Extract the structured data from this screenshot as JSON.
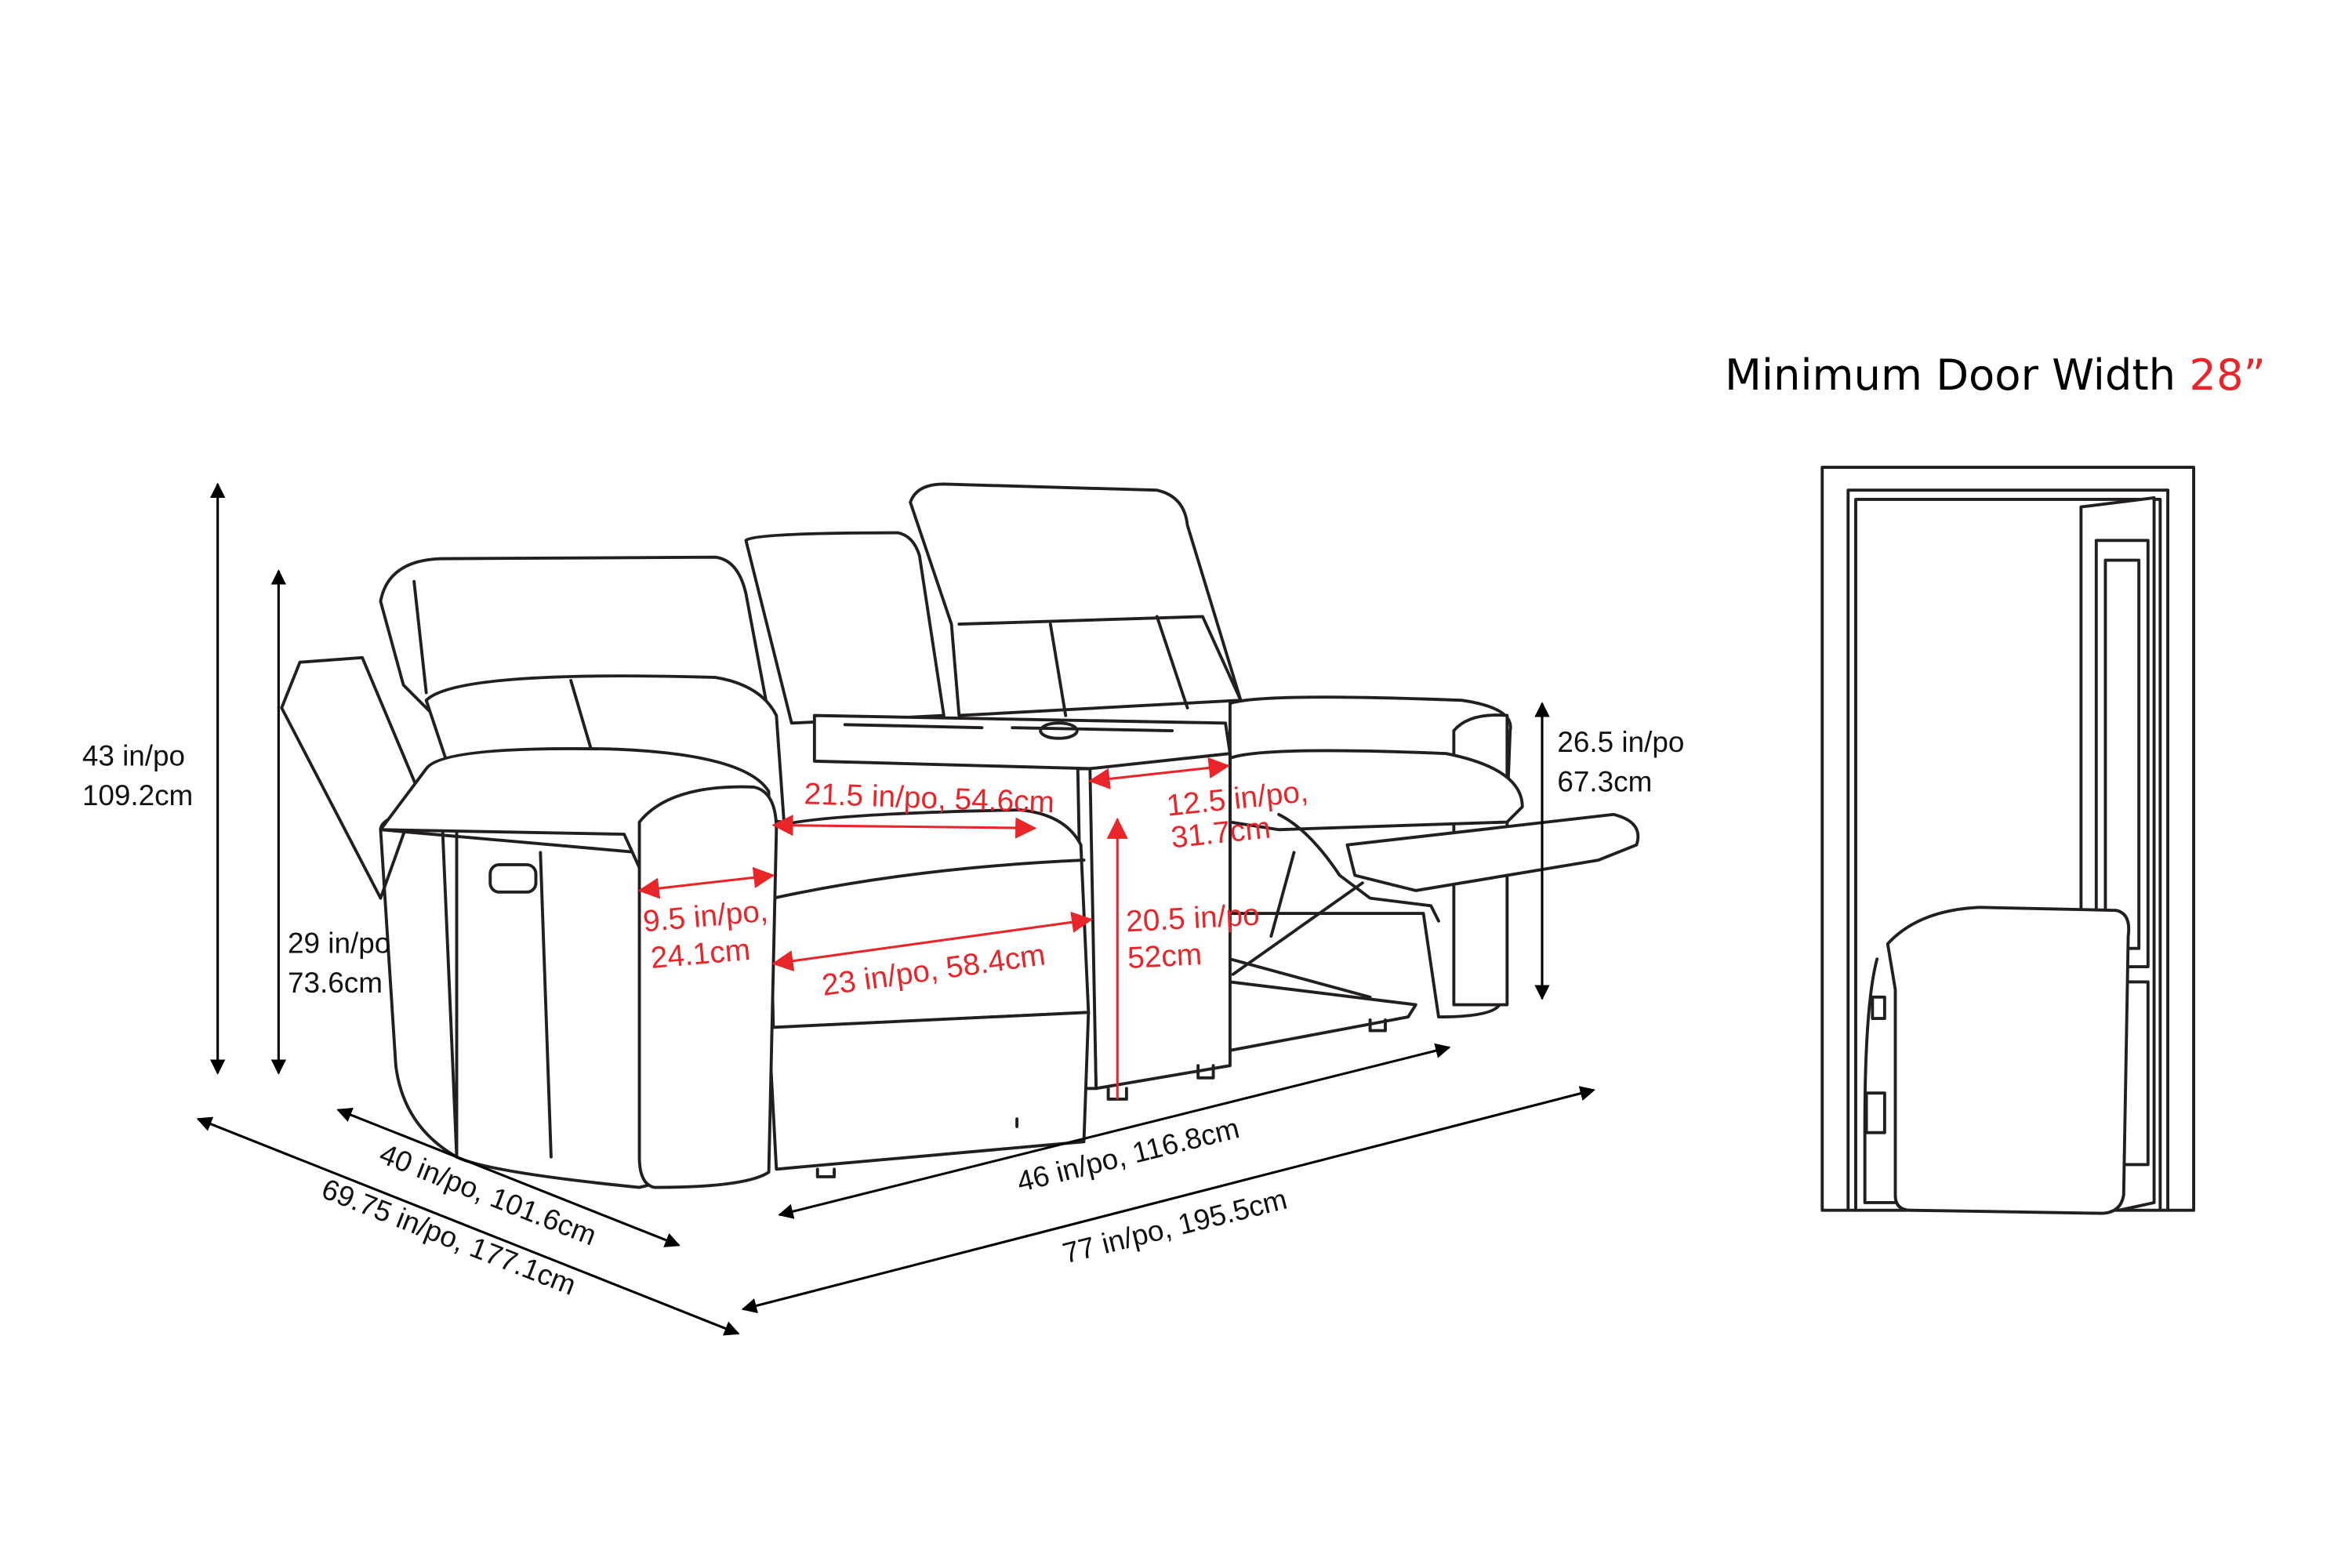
{
  "door": {
    "title": "Minimum Door Width",
    "value": "28”",
    "accent_color": "#e8262a"
  },
  "dimensions": {
    "overall_height": {
      "line1": "43 in/po",
      "line2": "109.2cm"
    },
    "seat_back_height": {
      "line1": "29 in/po",
      "line2": "73.6cm"
    },
    "arm_height": {
      "line1": "26.5 in/po",
      "line2": "67.3cm"
    },
    "depth": "40 in/po, 101.6cm",
    "reclined_depth": "69.75 in/po, 177.1cm",
    "inner_width": "46 in/po, 116.8cm",
    "overall_width": "77 in/po, 195.5cm",
    "seat_width": "21.5 in/po, 54.6cm",
    "arm_width": {
      "line1": "9.5 in/po,",
      "line2": "24.1cm"
    },
    "seat_depth": "23 in/po, 58.4cm",
    "console_width": {
      "line1": "12.5 in/po,",
      "line2": "31.7cm"
    },
    "console_height": {
      "line1": "20.5 in/po",
      "line2": "52cm"
    }
  },
  "colors": {
    "dimension_red": "#e8262a",
    "line": "#231f20"
  }
}
